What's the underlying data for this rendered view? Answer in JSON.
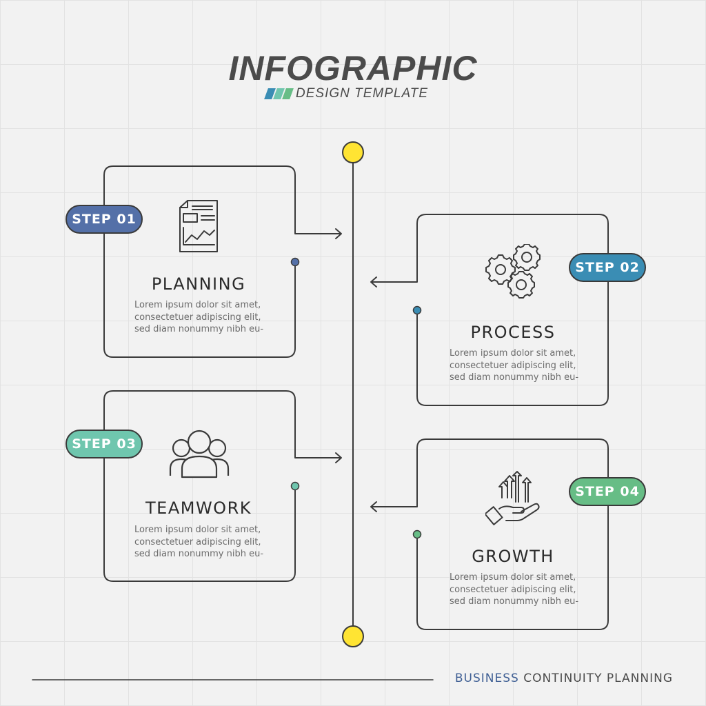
{
  "title": "INFOGRAPHIC",
  "subtitle": "DESIGN TEMPLATE",
  "colors": {
    "line": "#3a3a3a",
    "dot_yellow": "#ffe433",
    "step1": "#5470a8",
    "step2": "#3a8db4",
    "step3": "#6fc6ae",
    "step4": "#67bd86",
    "accent_blue": "#3f5f94"
  },
  "steps": [
    {
      "badge": "STEP 01",
      "heading": "PLANNING",
      "icon": "report-chart-icon",
      "text": [
        "Lorem ipsum dolor sit amet,",
        "consectetuer adipiscing elit,",
        "sed diam nonummy nibh eu-"
      ]
    },
    {
      "badge": "STEP 02",
      "heading": "PROCESS",
      "icon": "gears-icon",
      "text": [
        "Lorem ipsum dolor sit amet,",
        "consectetuer adipiscing elit,",
        "sed diam nonummy nibh eu-"
      ]
    },
    {
      "badge": "STEP 03",
      "heading": "TEAMWORK",
      "icon": "team-icon",
      "text": [
        "Lorem ipsum dolor sit amet,",
        "consectetuer adipiscing elit,",
        "sed diam nonummy nibh eu-"
      ]
    },
    {
      "badge": "STEP 04",
      "heading": "GROWTH",
      "icon": "growth-hand-icon",
      "text": [
        "Lorem ipsum dolor sit amet,",
        "consectetuer adipiscing elit,",
        "sed diam nonummy nibh eu-"
      ]
    }
  ],
  "footer": {
    "accent": "BUSINESS",
    "rest": " CONTINUITY PLANNING"
  }
}
